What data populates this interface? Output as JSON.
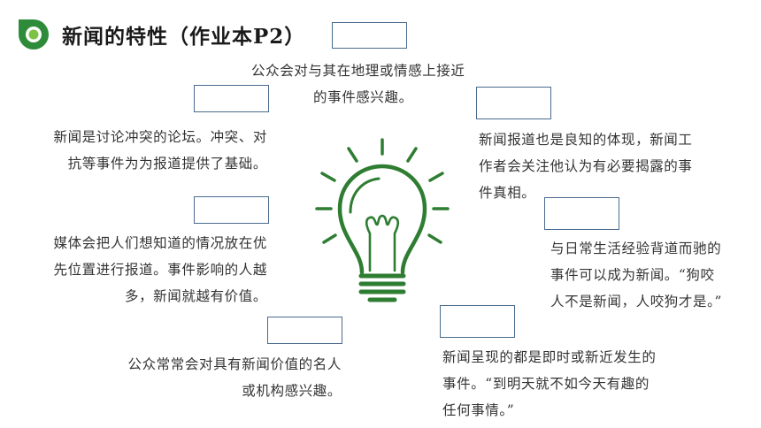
{
  "title": "新闻的特性（作业本P2）",
  "colors": {
    "accent": "#2e7d32",
    "box_border": "#4a6b8e"
  },
  "icons": {
    "logo": "green-circle-logo-icon",
    "center": "light-bulb-icon"
  },
  "items": {
    "proximity": [
      "公众会对与其在地理或情感上接近",
      "的事件感兴趣。"
    ],
    "conflict": [
      "新闻是讨论冲突的论坛。冲突、对",
      "抗等事件为为报道提供了基础。"
    ],
    "conscience": [
      "新闻报道也是良知的体现，新闻工",
      "作者会关注他认为有必要揭露的事",
      "件真相。"
    ],
    "impact": [
      "媒体会把人们想知道的情况放在优",
      "先位置进行报道。事件影响的人越",
      "多，新闻就越有价值。"
    ],
    "unusualness": [
      "与日常生活经验背道而驰的",
      "事件可以成为新闻。“狗咬",
      "人不是新闻，人咬狗才是。”"
    ],
    "prominence": [
      "公众常常会对具有新闻价值的名人",
      "或机构感兴趣。"
    ],
    "timeliness": [
      "新闻呈现的都是即时或新近发生的",
      "事件。“到明天就不如今天有趣的",
      "任何事情。”"
    ]
  }
}
